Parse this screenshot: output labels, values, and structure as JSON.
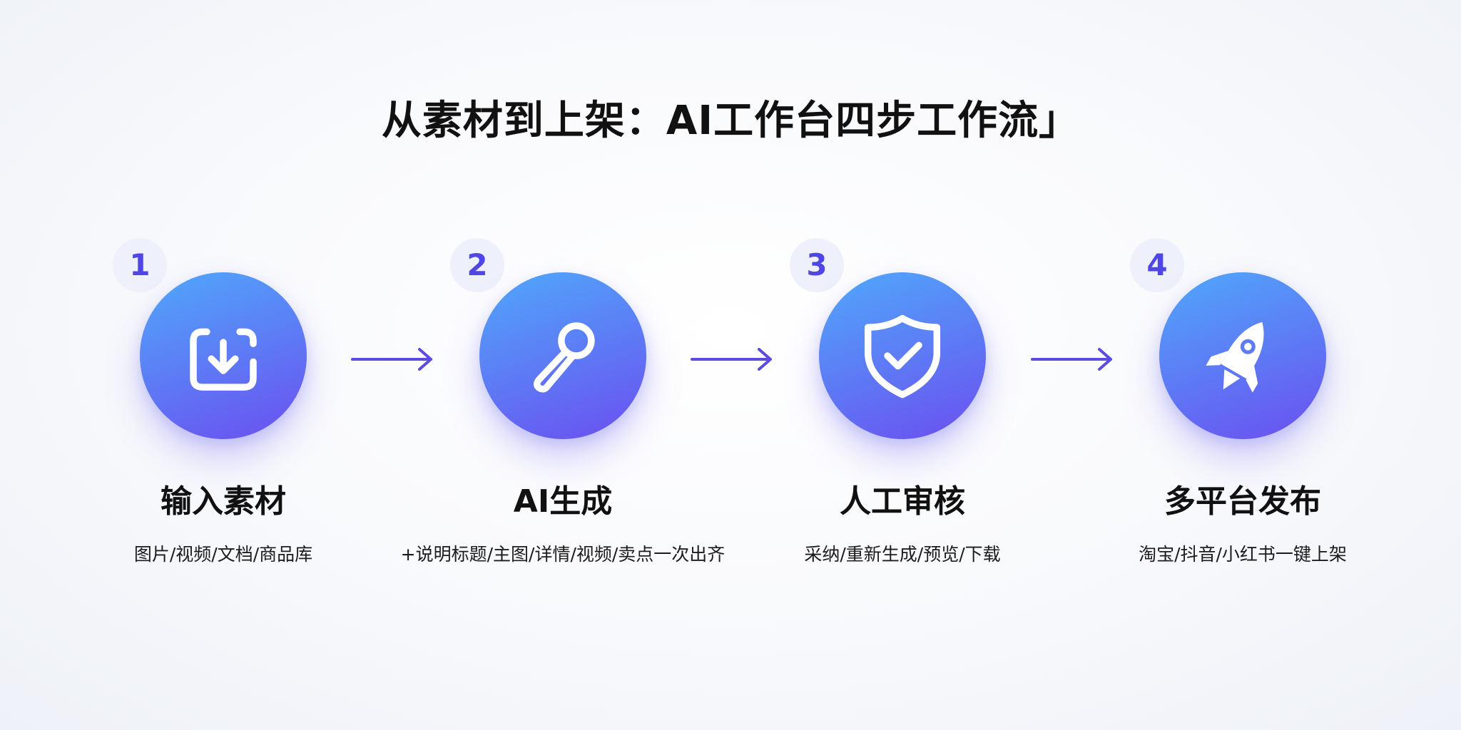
{
  "title": "从素材到上架：AI工作台四步工作流」",
  "colors": {
    "accent": "#4f46e5",
    "circle_gradient_start": "#4fa8fb",
    "circle_gradient_end": "#6b4ff0",
    "number_badge_bg": "#eef0fb"
  },
  "steps": [
    {
      "number": "1",
      "icon": "import-icon",
      "title": "输入素材",
      "description": "图片/视频/文档/商品库"
    },
    {
      "number": "2",
      "icon": "magic-wand-icon",
      "title": "AI生成",
      "description": "+说明标题/主图/详情/视频/卖点一次出齐"
    },
    {
      "number": "3",
      "icon": "shield-check-icon",
      "title": "人工审核",
      "description": "采纳/重新生成/预览/下载"
    },
    {
      "number": "4",
      "icon": "rocket-icon",
      "title": "多平台发布",
      "description": "淘宝/抖音/小红书一键上架"
    }
  ]
}
